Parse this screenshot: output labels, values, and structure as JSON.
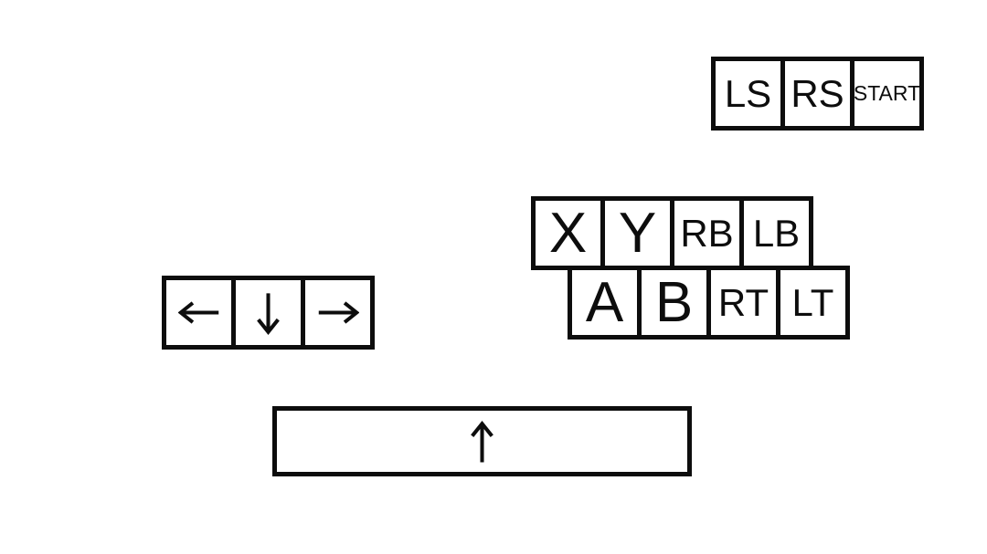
{
  "colors": {
    "background": "#ffffff",
    "key_border": "#0d0d0d",
    "key_fill": "#ffffff",
    "text": "#0d0d0d"
  },
  "system_row": {
    "keys": [
      {
        "label": "LS"
      },
      {
        "label": "RS"
      },
      {
        "label": "START"
      }
    ]
  },
  "face_buttons": {
    "top_row": [
      {
        "label": "X"
      },
      {
        "label": "Y"
      },
      {
        "label": "RB"
      },
      {
        "label": "LB"
      }
    ],
    "bottom_row": [
      {
        "label": "A"
      },
      {
        "label": "B"
      },
      {
        "label": "RT"
      },
      {
        "label": "LT"
      }
    ]
  },
  "arrow_row": {
    "keys": [
      {
        "icon": "arrow-left-icon"
      },
      {
        "icon": "arrow-down-icon"
      },
      {
        "icon": "arrow-right-icon"
      }
    ]
  },
  "spacebar": {
    "icon": "arrow-up-icon"
  }
}
